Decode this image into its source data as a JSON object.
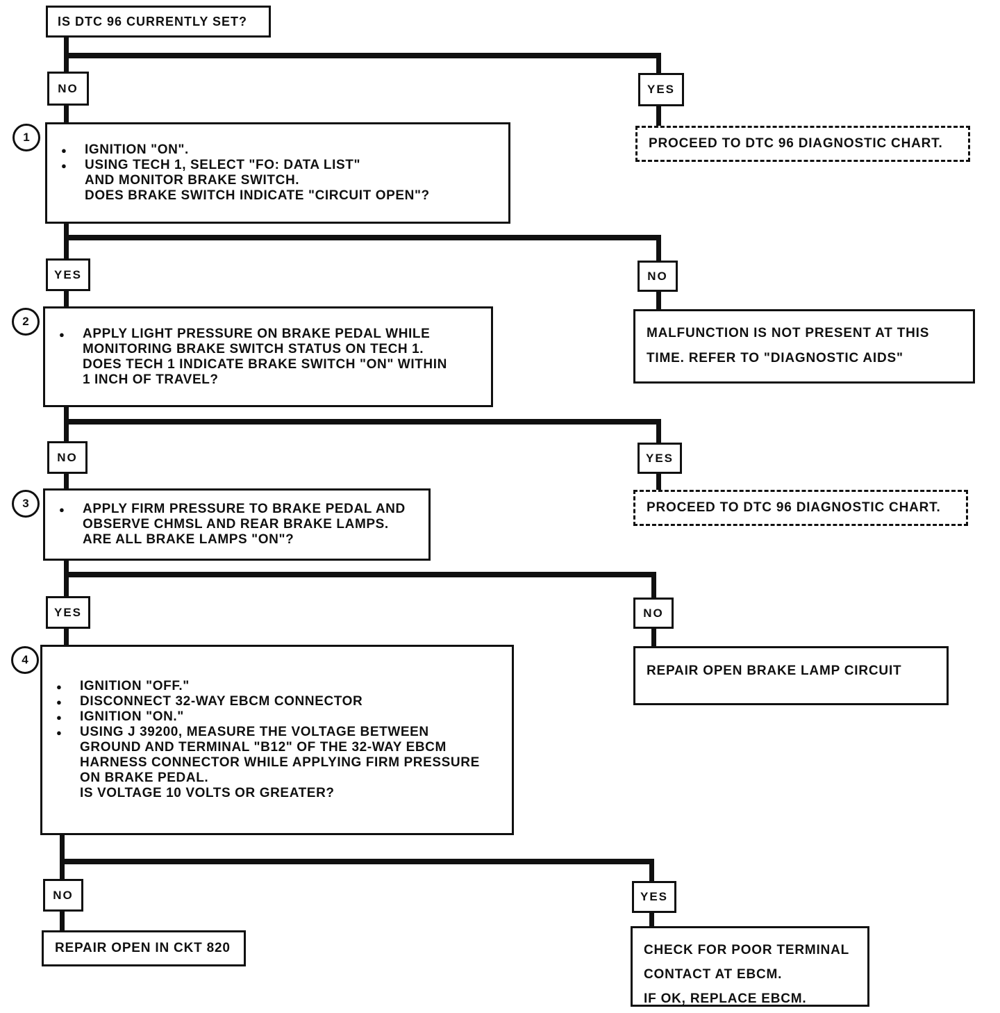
{
  "start": {
    "label": "IS DTC 96 CURRENTLY SET?"
  },
  "levels": [
    {
      "left": "NO",
      "right": "YES"
    },
    {
      "left": "YES",
      "right": "NO"
    },
    {
      "left": "NO",
      "right": "YES"
    },
    {
      "left": "YES",
      "right": "NO"
    },
    {
      "left": "NO",
      "right": "YES"
    }
  ],
  "steps": [
    {
      "number": "1",
      "rows": [
        {
          "bullet": true,
          "text": "IGNITION \"ON\"."
        },
        {
          "bullet": true,
          "text": "USING TECH 1, SELECT \"FO: DATA LIST\""
        },
        {
          "bullet": false,
          "text": "AND MONITOR BRAKE SWITCH."
        },
        {
          "bullet": false,
          "text": "DOES BRAKE SWITCH  INDICATE \"CIRCUIT OPEN\"?"
        }
      ]
    },
    {
      "number": "2",
      "rows": [
        {
          "bullet": true,
          "text": "APPLY LIGHT PRESSURE ON BRAKE PEDAL WHILE"
        },
        {
          "bullet": false,
          "text": "MONITORING BRAKE SWITCH STATUS ON TECH 1."
        },
        {
          "bullet": false,
          "text": "DOES TECH 1 INDICATE BRAKE SWITCH \"ON\" WITHIN"
        },
        {
          "bullet": false,
          "text": "1 INCH OF TRAVEL?"
        }
      ]
    },
    {
      "number": "3",
      "rows": [
        {
          "bullet": true,
          "text": "APPLY FIRM PRESSURE TO BRAKE PEDAL AND"
        },
        {
          "bullet": false,
          "text": "OBSERVE CHMSL AND REAR BRAKE LAMPS."
        },
        {
          "bullet": false,
          "text": "ARE ALL BRAKE LAMPS \"ON\"?"
        }
      ]
    },
    {
      "number": "4",
      "rows": [
        {
          "bullet": true,
          "text": "IGNITION \"OFF.\""
        },
        {
          "bullet": true,
          "text": "DISCONNECT 32-WAY EBCM CONNECTOR"
        },
        {
          "bullet": true,
          "text": "IGNITION \"ON.\""
        },
        {
          "bullet": true,
          "text": "USING J 39200, MEASURE THE VOLTAGE BETWEEN"
        },
        {
          "bullet": false,
          "text": "GROUND AND TERMINAL \"B12\"  OF THE 32-WAY EBCM"
        },
        {
          "bullet": false,
          "text": "HARNESS CONNECTOR WHILE APPLYING FIRM PRESSURE"
        },
        {
          "bullet": false,
          "text": "ON BRAKE PEDAL."
        },
        {
          "bullet": false,
          "text": "IS VOLTAGE 10 VOLTS OR GREATER?"
        }
      ]
    }
  ],
  "results": {
    "proceed1": {
      "style": "dashed",
      "lines": [
        "PROCEED TO DTC 96 DIAGNOSTIC CHART."
      ]
    },
    "malfunction": {
      "style": "solid",
      "lines": [
        "MALFUNCTION IS NOT PRESENT AT THIS",
        "TIME.  REFER TO \"DIAGNOSTIC AIDS\""
      ]
    },
    "proceed2": {
      "style": "dashed",
      "lines": [
        "PROCEED TO DTC 96 DIAGNOSTIC CHART."
      ]
    },
    "repair_lamp": {
      "style": "solid",
      "lines": [
        "REPAIR OPEN BRAKE LAMP CIRCUIT"
      ]
    },
    "repair_ckt": {
      "style": "solid",
      "lines": [
        "REPAIR OPEN IN CKT 820"
      ]
    },
    "check_ebcm": {
      "style": "solid",
      "lines": [
        "CHECK FOR POOR TERMINAL",
        "CONTACT AT EBCM.",
        "IF OK, REPLACE EBCM."
      ]
    }
  },
  "colors": {
    "ink": "#101010",
    "paper": "#ffffff"
  }
}
